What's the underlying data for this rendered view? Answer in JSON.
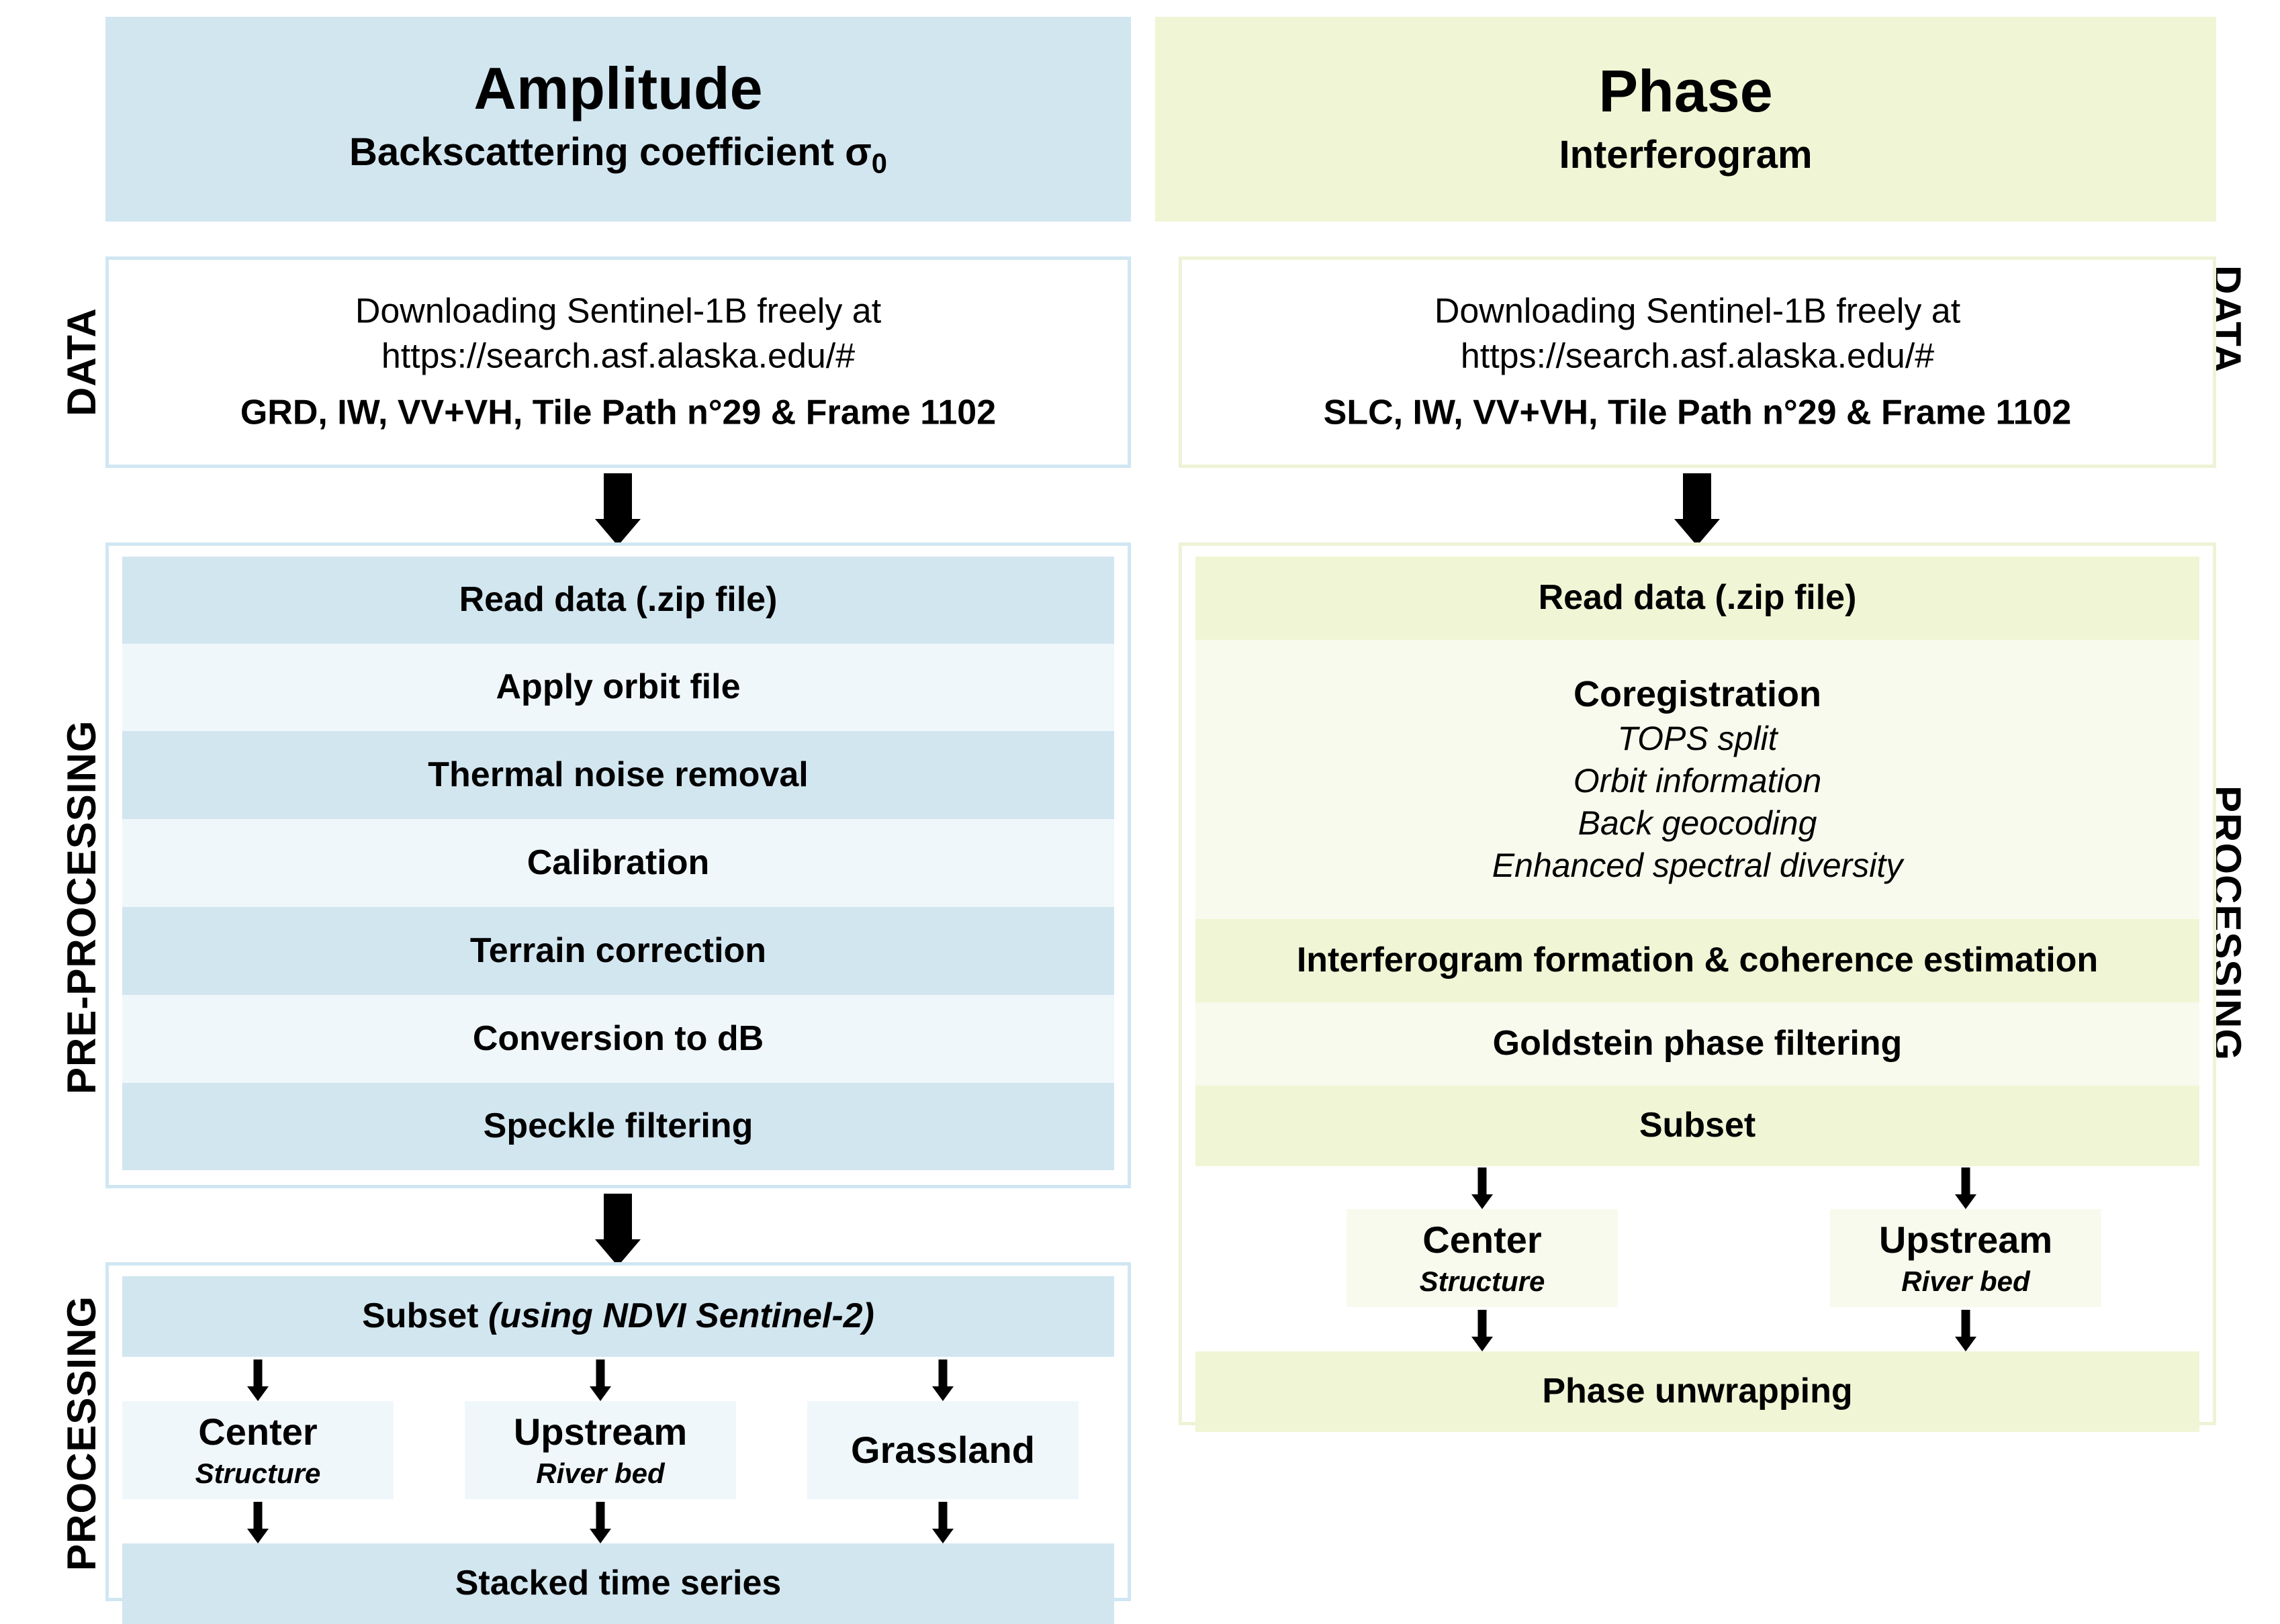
{
  "rails": {
    "left": [
      {
        "label": "DATA"
      },
      {
        "label": "PRE-PROCESSING"
      },
      {
        "label": "PROCESSING"
      }
    ],
    "right": [
      {
        "label": "DATA"
      },
      {
        "label": "PROCESSING"
      }
    ]
  },
  "amplitude": {
    "header": {
      "title": "Amplitude",
      "subtitle_pre": "Backscattering coefficient σ",
      "subtitle_sub": "0",
      "bg_color": "#d2e6f0"
    },
    "data": {
      "line1": "Downloading Sentinel-1B freely at",
      "line2": "https://search.asf.alaska.edu/#",
      "line3": "GRD, IW, VV+VH, Tile Path n°29 & Frame 1102"
    },
    "preprocessing_steps": [
      "Read data (.zip file)",
      "Apply orbit file",
      "Thermal noise removal",
      "Calibration",
      "Terrain correction",
      "Conversion to dB",
      "Speckle filtering"
    ],
    "processing": {
      "subset_label": "Subset",
      "subset_note": "(using NDVI Sentinel-2)",
      "targets": [
        {
          "title": "Center",
          "note": "Structure"
        },
        {
          "title": "Upstream",
          "note": "River bed"
        },
        {
          "title": "Grassland",
          "note": ""
        }
      ],
      "output": "Stacked time series"
    }
  },
  "phase": {
    "header": {
      "title": "Phase",
      "subtitle": "Interferogram",
      "bg_color": "#f0f5d5"
    },
    "data": {
      "line1": "Downloading Sentinel-1B freely at",
      "line2": "https://search.asf.alaska.edu/#",
      "line3": "SLC, IW, VV+VH, Tile Path n°29 & Frame 1102"
    },
    "processing_steps": {
      "read": "Read data (.zip file)",
      "coregistration_title": "Coregistration",
      "coregistration_items": [
        "TOPS split",
        "Orbit information",
        "Back geocoding",
        "Enhanced spectral diversity"
      ],
      "interferogram": "Interferogram formation & coherence estimation",
      "goldstein": "Goldstein phase filtering",
      "subset": "Subset",
      "targets": [
        {
          "title": "Center",
          "note": "Structure"
        },
        {
          "title": "Upstream",
          "note": "River bed"
        }
      ],
      "output": "Phase unwrapping"
    }
  }
}
